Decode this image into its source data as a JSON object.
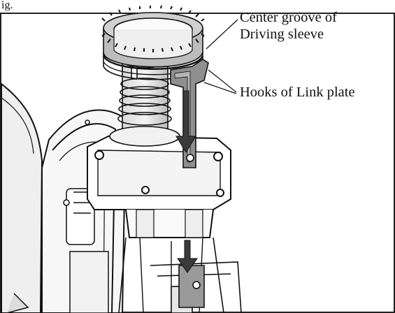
{
  "figure": {
    "caption_partial": "ig.",
    "callouts": {
      "center_groove": {
        "line1": "Center groove of",
        "line2": "Driving sleeve"
      },
      "hooks": "Hooks of Link plate"
    }
  }
}
